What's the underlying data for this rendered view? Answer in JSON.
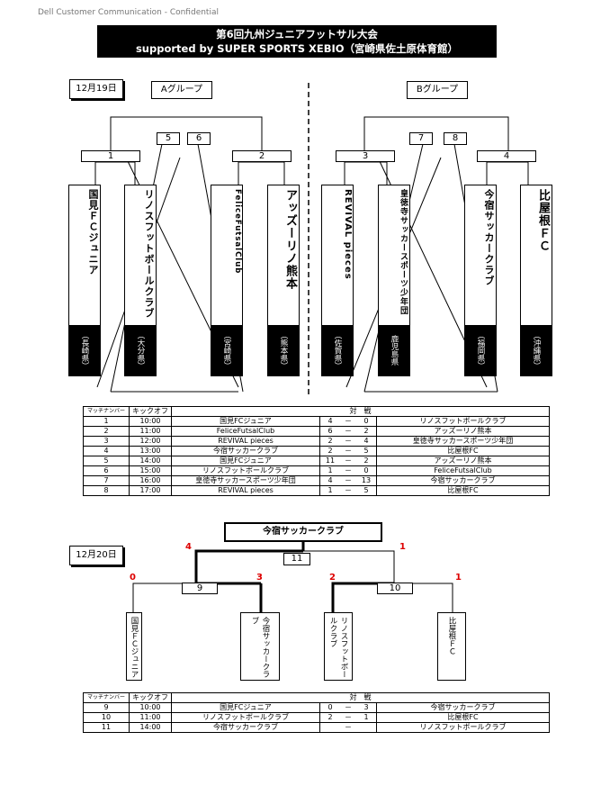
{
  "confidential": "Dell Customer Communication - Confidential",
  "title": {
    "line1": "第6回九州ジュニアフットサル大会",
    "line2": "supported by SUPER SPORTS XEBIO（宮崎県佐土原体育館）"
  },
  "day1": {
    "date": "12月19日",
    "group_a": "Aグループ",
    "group_b": "Bグループ",
    "match_nums": [
      "1",
      "2",
      "3",
      "4",
      "5",
      "6",
      "7",
      "8"
    ],
    "teams": [
      {
        "name": "国見ＦＣジュニア",
        "pref": "（長崎県）"
      },
      {
        "name": "リノスフットボールクラブ",
        "pref": "（大分県）"
      },
      {
        "name": "FeliceFutsalClub",
        "pref": "（宮崎県）"
      },
      {
        "name": "アッズーリノ熊本",
        "pref": "（熊本県）"
      },
      {
        "name": "REVIVAL pieces",
        "pref": "（佐賀県）"
      },
      {
        "name": "皇徳寺サッカースポーツ少年団",
        "pref": "鹿児島県"
      },
      {
        "name": "今宿サッカークラブ",
        "pref": "（福岡県）"
      },
      {
        "name": "比屋根ＦＣ",
        "pref": "（沖縄県）"
      }
    ]
  },
  "schedule1": {
    "headers": {
      "num": "マッチナンバー",
      "kick": "キックオフ",
      "vs": "対　戦"
    },
    "rows": [
      {
        "n": "1",
        "t": "10:00",
        "h": "国見FCジュニア",
        "hs": "4",
        "d": "－",
        "as": "0",
        "a": "リノスフットボールクラブ"
      },
      {
        "n": "2",
        "t": "11:00",
        "h": "FeliceFutsalClub",
        "hs": "6",
        "d": "－",
        "as": "2",
        "a": "アッズーリノ熊本"
      },
      {
        "n": "3",
        "t": "12:00",
        "h": "REVIVAL pieces",
        "hs": "2",
        "d": "－",
        "as": "4",
        "a": "皇徳寺サッカースポーツ少年団"
      },
      {
        "n": "4",
        "t": "13:00",
        "h": "今宿サッカークラブ",
        "hs": "2",
        "d": "－",
        "as": "5",
        "a": "比屋根FC"
      },
      {
        "n": "5",
        "t": "14:00",
        "h": "国見FCジュニア",
        "hs": "11",
        "d": "－",
        "as": "2",
        "a": "アッズーリノ熊本"
      },
      {
        "n": "6",
        "t": "15:00",
        "h": "リノスフットボールクラブ",
        "hs": "1",
        "d": "－",
        "as": "0",
        "a": "FeliceFutsalClub"
      },
      {
        "n": "7",
        "t": "16:00",
        "h": "皇徳寺サッカースポーツ少年団",
        "hs": "4",
        "d": "－",
        "as": "13",
        "a": "今宿サッカークラブ"
      },
      {
        "n": "8",
        "t": "17:00",
        "h": "REVIVAL pieces",
        "hs": "1",
        "d": "－",
        "as": "5",
        "a": "比屋根FC"
      }
    ]
  },
  "day2": {
    "date": "12月20日",
    "champion": "今宿サッカークラブ",
    "final_num": "11",
    "semi_nums": [
      "9",
      "10"
    ],
    "scores": {
      "final_left": "4",
      "final_right": "1",
      "s9_left": "0",
      "s9_right": "3",
      "s10_left": "2",
      "s10_right": "1"
    },
    "teams": [
      "国見ＦＣジュニア",
      "今宿サッカークラブ",
      "リノスフットボールクラブ",
      "比屋根ＦＣ"
    ]
  },
  "schedule2": {
    "headers": {
      "num": "マッチナンバー",
      "kick": "キックオフ",
      "vs": "対　戦"
    },
    "rows": [
      {
        "n": "9",
        "t": "10:00",
        "h": "国見FCジュニア",
        "hs": "0",
        "d": "－",
        "as": "3",
        "a": "今宿サッカークラブ"
      },
      {
        "n": "10",
        "t": "11:00",
        "h": "リノスフットボールクラブ",
        "hs": "2",
        "d": "－",
        "as": "1",
        "a": "比屋根FC"
      },
      {
        "n": "11",
        "t": "14:00",
        "h": "今宿サッカークラブ",
        "hs": "",
        "d": "－",
        "as": "",
        "a": "リノスフットボールクラブ"
      }
    ]
  }
}
